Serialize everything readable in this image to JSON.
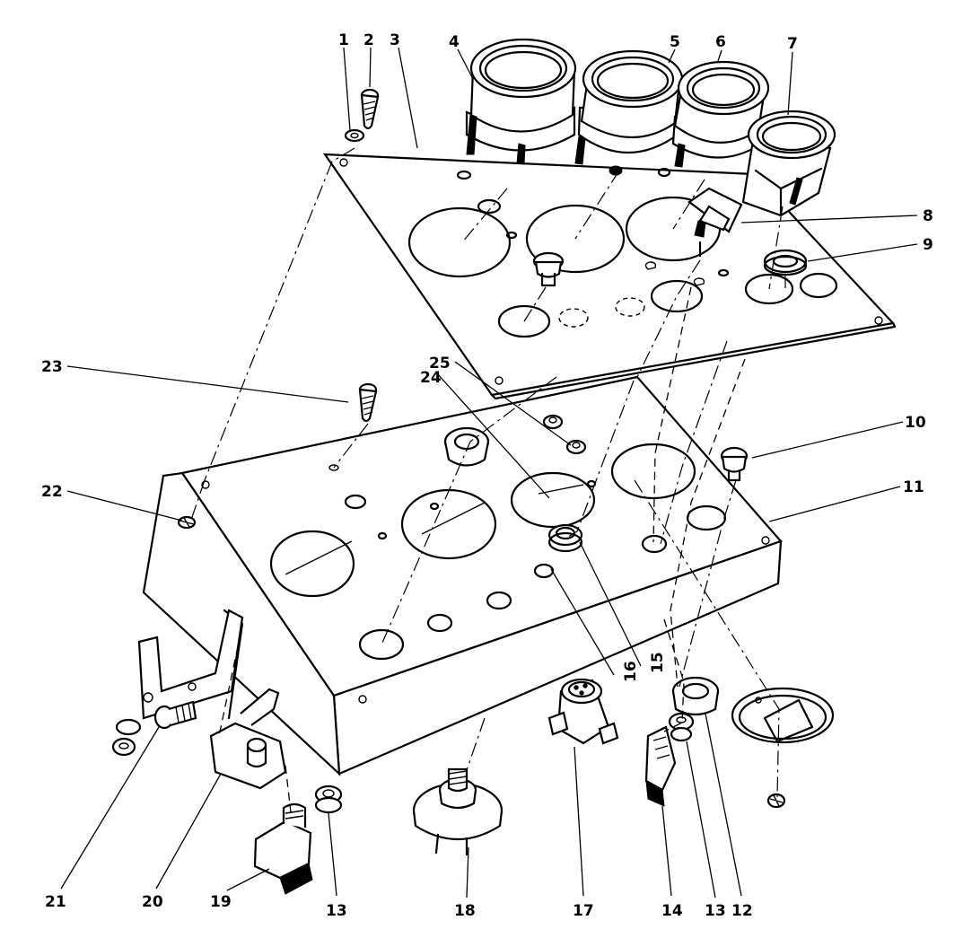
{
  "diagram": {
    "callouts": [
      {
        "number": "1"
      },
      {
        "number": "2"
      },
      {
        "number": "3"
      },
      {
        "number": "4"
      },
      {
        "number": "5"
      },
      {
        "number": "6"
      },
      {
        "number": "7"
      },
      {
        "number": "8"
      },
      {
        "number": "9"
      },
      {
        "number": "10"
      },
      {
        "number": "11"
      },
      {
        "number": "12"
      },
      {
        "number": "13"
      },
      {
        "number": "14"
      },
      {
        "number": "15"
      },
      {
        "number": "16"
      },
      {
        "number": "17"
      },
      {
        "number": "18"
      },
      {
        "number": "19"
      },
      {
        "number": "20"
      },
      {
        "number": "21"
      },
      {
        "number": "22"
      },
      {
        "number": "23"
      },
      {
        "number": "24"
      },
      {
        "number": "25"
      },
      {
        "number": "13"
      }
    ]
  }
}
